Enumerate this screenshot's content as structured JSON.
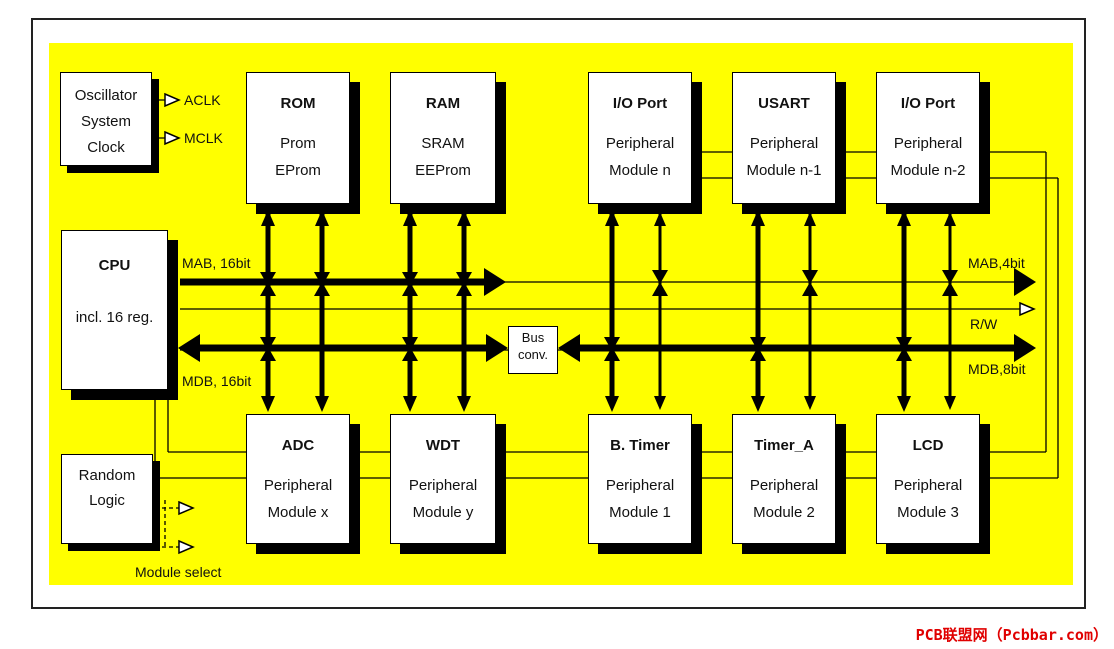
{
  "oscillator": {
    "line1": "Oscillator",
    "line2": "System",
    "line3": "Clock"
  },
  "clock_outputs": {
    "aclk": "ACLK",
    "mclk": "MCLK"
  },
  "top_modules": [
    {
      "title": "ROM",
      "line1": "Prom",
      "line2": "EProm"
    },
    {
      "title": "RAM",
      "line1": "SRAM",
      "line2": "EEProm"
    },
    {
      "title": "I/O Port",
      "line1": "Peripheral",
      "line2": "Module n"
    },
    {
      "title": "USART",
      "line1": "Peripheral",
      "line2": "Module n-1"
    },
    {
      "title": "I/O Port",
      "line1": "Peripheral",
      "line2": "Module n-2"
    }
  ],
  "bottom_modules": [
    {
      "title": "ADC",
      "line1": "Peripheral",
      "line2": "Module x"
    },
    {
      "title": "WDT",
      "line1": "Peripheral",
      "line2": "Module y"
    },
    {
      "title": "B. Timer",
      "line1": "Peripheral",
      "line2": "Module 1"
    },
    {
      "title": "Timer_A",
      "line1": "Peripheral",
      "line2": "Module 2"
    },
    {
      "title": "LCD",
      "line1": "Peripheral",
      "line2": "Module 3"
    }
  ],
  "cpu": {
    "title": "CPU",
    "line1": "incl. 16 reg."
  },
  "bus_conv": {
    "line1": "Bus",
    "line2": "conv."
  },
  "random_logic": {
    "line1": "Random",
    "line2": "Logic"
  },
  "bus_labels": {
    "mab16": "MAB, 16bit",
    "mdb16": "MDB, 16bit",
    "mab4": "MAB,4bit",
    "rw": "R/W",
    "mdb8": "MDB,8bit"
  },
  "module_select": "Module select",
  "watermark": "PCB联盟网（Pcbbar.com）",
  "colors": {
    "background": "#ffff00",
    "block": "#ffffff",
    "line": "#000000",
    "watermark": "#e00000"
  }
}
